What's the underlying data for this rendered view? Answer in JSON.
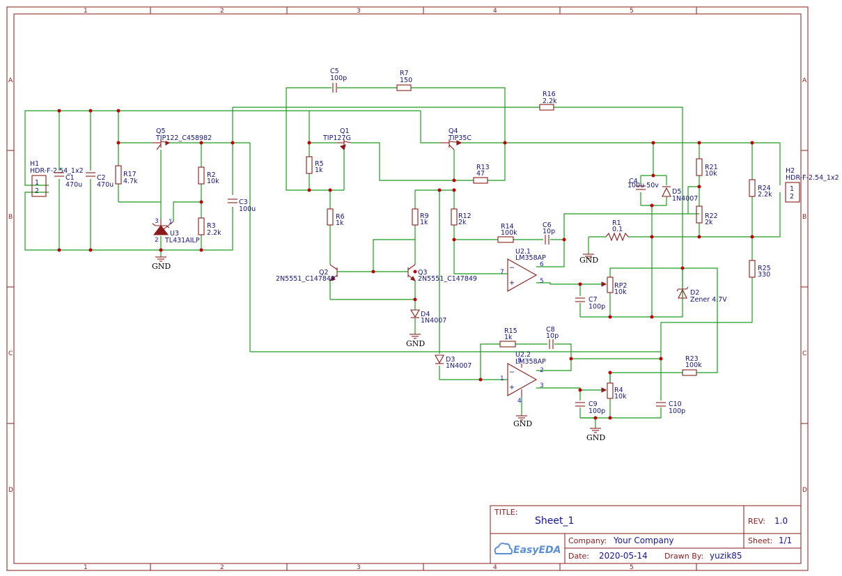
{
  "frame": {
    "columns": [
      "1",
      "2",
      "3",
      "4",
      "5"
    ],
    "rows": [
      "A",
      "B",
      "C",
      "D"
    ]
  },
  "title_block": {
    "title_label": "TITLE:",
    "title_value": "Sheet_1",
    "rev_label": "REV:",
    "rev_value": "1.0",
    "company_label": "Company:",
    "company_value": "Your Company",
    "sheet_label": "Sheet:",
    "sheet_value": "1/1",
    "date_label": "Date:",
    "date_value": "2020-05-14",
    "drawn_label": "Drawn By:",
    "drawn_value": "yuzik85",
    "logo_text": "EasyEDA"
  },
  "components": {
    "H1": {
      "ref": "H1",
      "value": "HDR-F-2.54_1x2",
      "pin1": "1",
      "pin2": "2"
    },
    "H2": {
      "ref": "H2",
      "value": "HDR-F-2.54_1x2",
      "pin1": "1",
      "pin2": "2"
    },
    "C1": {
      "ref": "C1",
      "value": "470u"
    },
    "C2": {
      "ref": "C2",
      "value": "470u"
    },
    "C3": {
      "ref": "C3",
      "value": "100u"
    },
    "C4": {
      "ref": "C4",
      "value": "100u 50v"
    },
    "C5": {
      "ref": "C5",
      "value": "100p"
    },
    "C6": {
      "ref": "C6",
      "value": "10p"
    },
    "C7": {
      "ref": "C7",
      "value": "100p"
    },
    "C8": {
      "ref": "C8",
      "value": "10p"
    },
    "C9": {
      "ref": "C9",
      "value": "100p"
    },
    "C10": {
      "ref": "C10",
      "value": "100p"
    },
    "R1": {
      "ref": "R1",
      "value": "0.1"
    },
    "R2": {
      "ref": "R2",
      "value": "10k"
    },
    "R3": {
      "ref": "R3",
      "value": "2.2k"
    },
    "R4": {
      "ref": "R4",
      "value": "10k"
    },
    "R5": {
      "ref": "R5",
      "value": "1k"
    },
    "R6": {
      "ref": "R6",
      "value": "1k"
    },
    "R7": {
      "ref": "R7",
      "value": "150"
    },
    "R9": {
      "ref": "R9",
      "value": "1k"
    },
    "R12": {
      "ref": "R12",
      "value": "2k"
    },
    "R13": {
      "ref": "R13",
      "value": "47"
    },
    "R14": {
      "ref": "R14",
      "value": "100k"
    },
    "R15": {
      "ref": "R15",
      "value": "1k"
    },
    "R16": {
      "ref": "R16",
      "value": "2.2k"
    },
    "R17": {
      "ref": "R17",
      "value": "4.7k"
    },
    "R21": {
      "ref": "R21",
      "value": "10k"
    },
    "R22": {
      "ref": "R22",
      "value": "2k"
    },
    "R23": {
      "ref": "R23",
      "value": "100k"
    },
    "R24": {
      "ref": "R24",
      "value": "2.2k"
    },
    "R25": {
      "ref": "R25",
      "value": "330"
    },
    "RP2": {
      "ref": "RP2",
      "value": "10k"
    },
    "Q1": {
      "ref": "Q1",
      "value": "TIP127G"
    },
    "Q2": {
      "ref": "Q2",
      "value": "2N5551_C147849"
    },
    "Q3": {
      "ref": "Q3",
      "value": "2N5551_C147849"
    },
    "Q4": {
      "ref": "Q4",
      "value": "TIP35C"
    },
    "Q5": {
      "ref": "Q5",
      "value": "TIP122_C458982"
    },
    "U3": {
      "ref": "U3",
      "value": "TL431AILP",
      "pin1": "1",
      "pin2": "2",
      "pin3": "3"
    },
    "U21": {
      "ref": "U2.1",
      "value": "LM358AP",
      "pin5": "5",
      "pin6": "6",
      "pin7": "7"
    },
    "U22": {
      "ref": "U2.2",
      "value": "LM358AP",
      "pin1": "1",
      "pin2": "2",
      "pin3": "3",
      "pin4": "4",
      "pin8": "8"
    },
    "D2": {
      "ref": "D2",
      "value": "Zener 4.7V"
    },
    "D3": {
      "ref": "D3",
      "value": "1N4007"
    },
    "D4": {
      "ref": "D4",
      "value": "1N4007"
    },
    "D5": {
      "ref": "D5",
      "value": "1N4007"
    }
  },
  "gnd_label": "GND"
}
